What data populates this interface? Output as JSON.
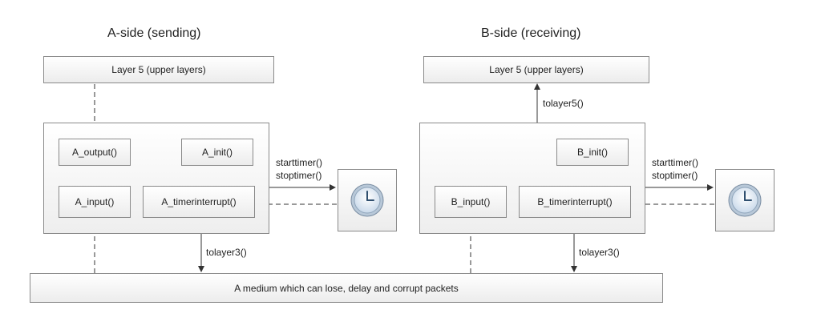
{
  "a_side": {
    "heading": "A-side (sending)",
    "layer5": "Layer 5 (upper layers)",
    "a_output": "A_output()",
    "a_init": "A_init()",
    "a_input": "A_input()",
    "a_timerinterrupt": "A_timerinterrupt()",
    "starttimer": "starttimer()",
    "stoptimer": "stoptimer()",
    "tolayer3": "tolayer3()"
  },
  "b_side": {
    "heading": "B-side (receiving)",
    "layer5": "Layer 5 (upper layers)",
    "tolayer5": "tolayer5()",
    "b_init": "B_init()",
    "b_input": "B_input()",
    "b_timerinterrupt": "B_timerinterrupt()",
    "starttimer": "starttimer()",
    "stoptimer": "stoptimer()",
    "tolayer3": "tolayer3()"
  },
  "medium": {
    "label": "A medium which can lose, delay and corrupt packets"
  },
  "icons": {
    "timer": "clock-icon"
  }
}
